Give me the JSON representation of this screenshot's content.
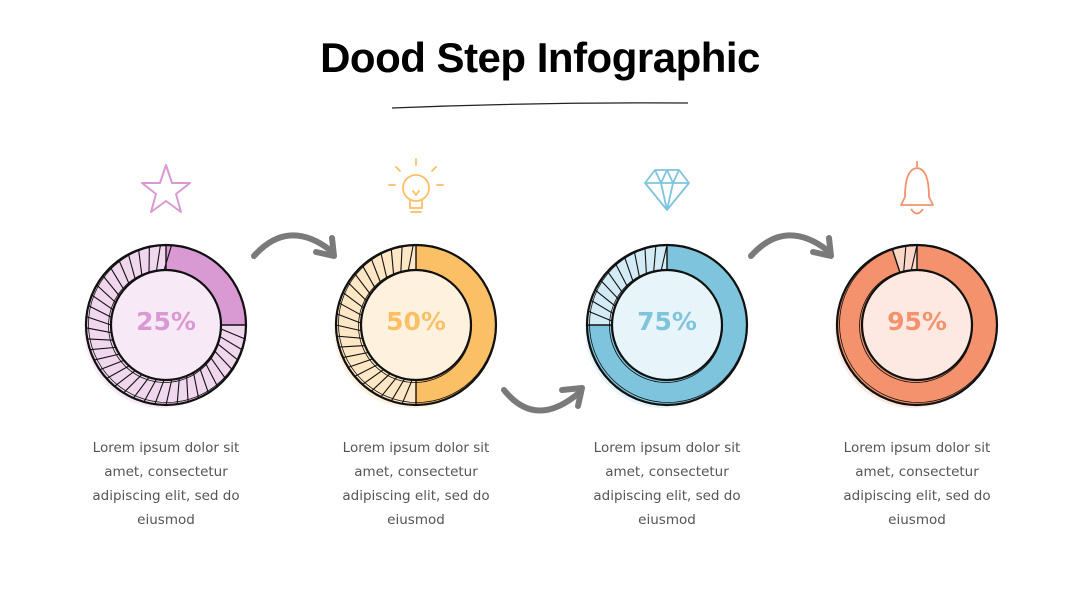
{
  "title": "Dood Step Infographic",
  "steps": [
    {
      "percent_label": "25%",
      "value": 25,
      "color": "#d999d2",
      "light": "#f0d7ee",
      "icon": "star-icon",
      "text": "Lorem ipsum dolor sit amet, consectetur adipiscing elit, sed do eiusmod"
    },
    {
      "percent_label": "50%",
      "value": 50,
      "color": "#fbbf66",
      "light": "#fde7c4",
      "icon": "lightbulb-icon",
      "text": "Lorem ipsum dolor sit amet, consectetur adipiscing elit, sed do eiusmod"
    },
    {
      "percent_label": "75%",
      "value": 75,
      "color": "#7ec4dc",
      "light": "#d3ebf4",
      "icon": "diamond-icon",
      "text": "Lorem ipsum dolor sit amet, consectetur adipiscing elit, sed do eiusmod"
    },
    {
      "percent_label": "95%",
      "value": 95,
      "color": "#f4926d",
      "light": "#fbd7c8",
      "icon": "bell-icon",
      "text": "Lorem ipsum dolor sit amet, consectetur adipiscing elit, sed do eiusmod"
    }
  ],
  "arrow_color": "#7a7a7a"
}
